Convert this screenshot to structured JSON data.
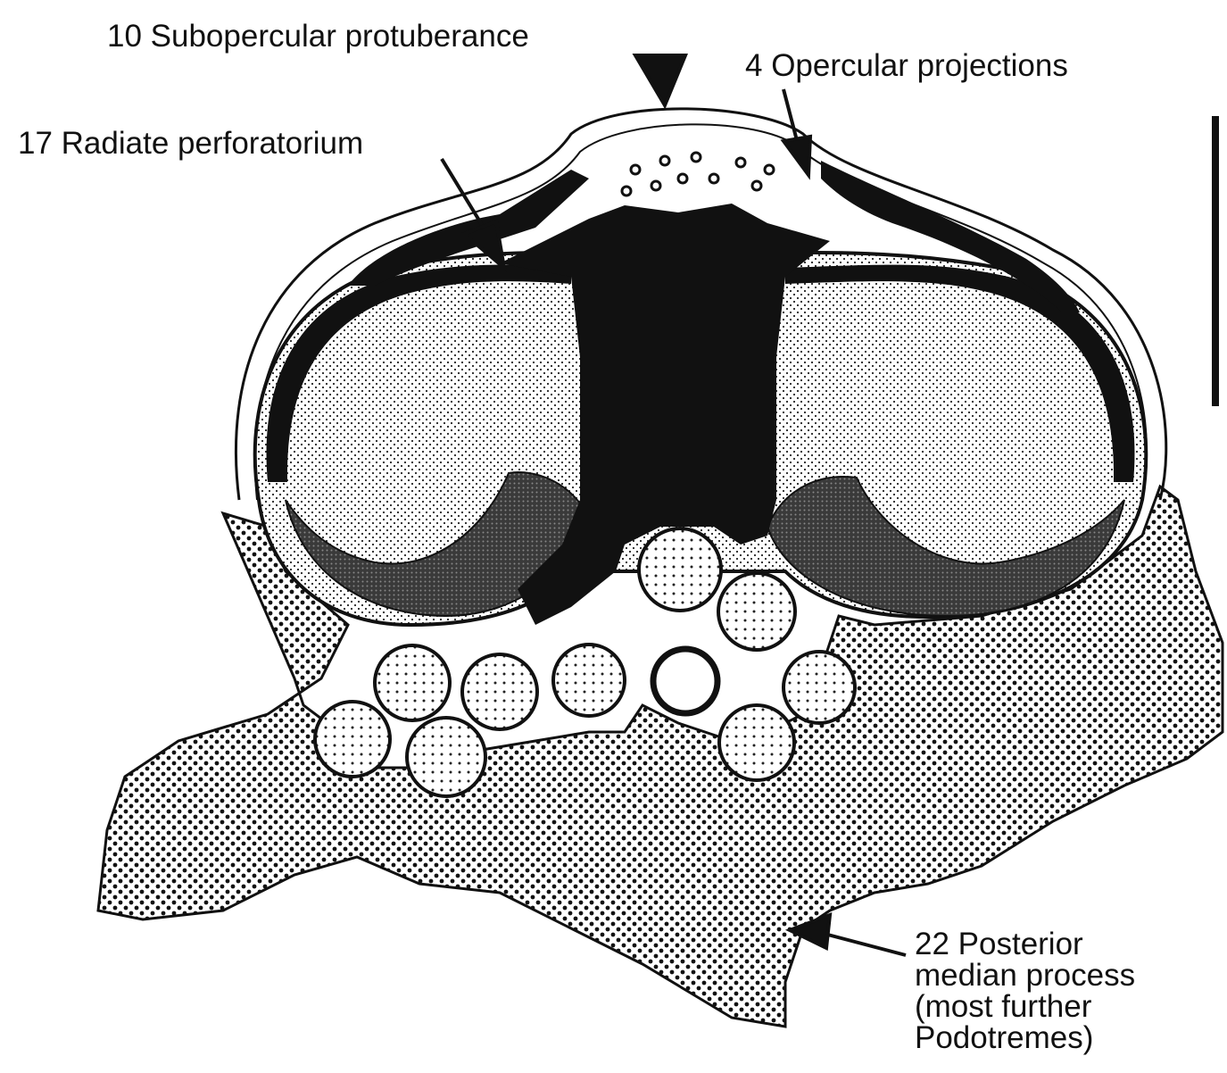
{
  "labels": {
    "subopercular": "10 Subopercular protuberance",
    "opercular": "4 Opercular projections",
    "radiate": "17 Radiate perforatorium",
    "posterior": [
      "22 Posterior",
      "median process",
      "(most further",
      "Podotremes)"
    ]
  }
}
